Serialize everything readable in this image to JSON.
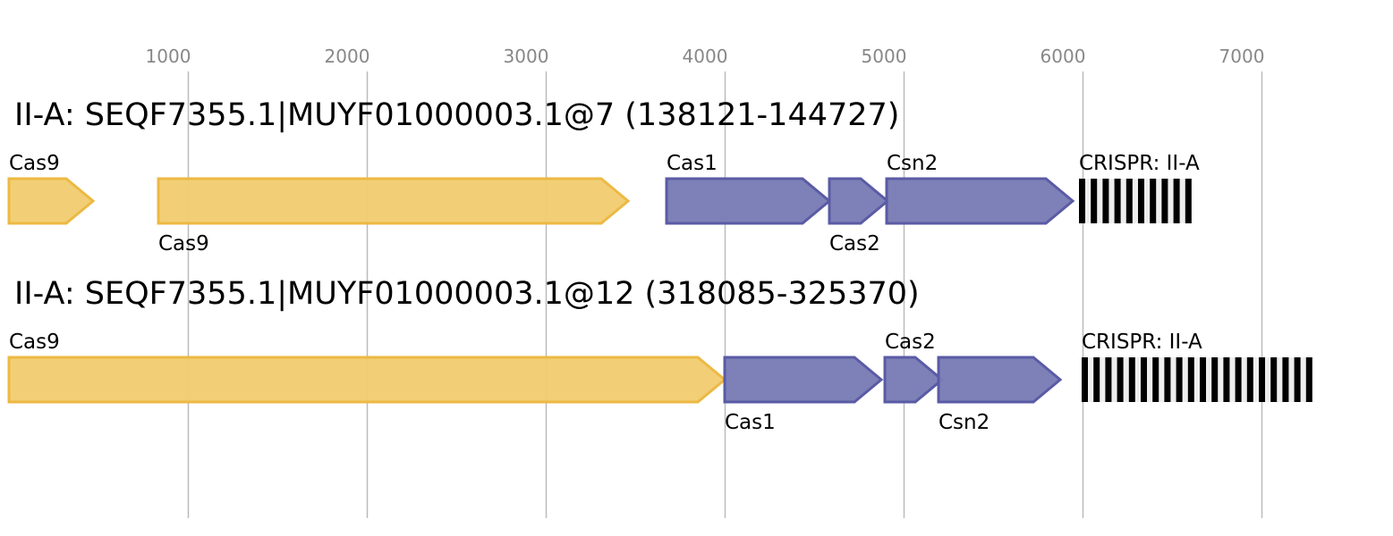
{
  "axis": {
    "ticks": [
      1000,
      2000,
      3000,
      4000,
      5000,
      6000,
      7000
    ],
    "range_bp": [
      0,
      7700
    ],
    "gridline_color": "#bbbbbb"
  },
  "colors": {
    "cas9_fill": "#f2cc72",
    "cas9_stroke": "#ecb943",
    "adapt_fill": "#7a7cb6",
    "adapt_stroke": "#5a5ba5",
    "crispr_bar": "#000000",
    "crispr_gap": "#eeeeee"
  },
  "loci": [
    {
      "title": "II-A: SEQF7355.1|MUYF01000003.1@7 (138121-144727)",
      "genes": [
        {
          "name": "Cas9",
          "start": 0,
          "end": 470,
          "type": "cas9",
          "label_pos": "above"
        },
        {
          "name": "Cas9",
          "start": 835,
          "end": 3460,
          "type": "cas9",
          "label_pos": "below"
        },
        {
          "name": "Cas1",
          "start": 3675,
          "end": 4585,
          "type": "adapt",
          "label_pos": "above"
        },
        {
          "name": "Cas2",
          "start": 4585,
          "end": 4910,
          "type": "adapt",
          "label_pos": "below"
        },
        {
          "name": "Csn2",
          "start": 4905,
          "end": 5945,
          "type": "adapt",
          "label_pos": "above"
        }
      ],
      "crispr": {
        "label": "CRISPR: II-A",
        "start": 5980,
        "repeats": 10
      }
    },
    {
      "title": "II-A: SEQF7355.1|MUYF01000003.1@12 (318085-325370)",
      "genes": [
        {
          "name": "Cas9",
          "start": 0,
          "end": 4000,
          "type": "cas9",
          "label_pos": "above"
        },
        {
          "name": "Cas1",
          "start": 4000,
          "end": 4875,
          "type": "adapt",
          "label_pos": "below"
        },
        {
          "name": "Cas2",
          "start": 4895,
          "end": 5215,
          "type": "adapt",
          "label_pos": "above"
        },
        {
          "name": "Csn2",
          "start": 5195,
          "end": 5875,
          "type": "adapt",
          "label_pos": "below"
        }
      ],
      "crispr": {
        "label": "CRISPR: II-A",
        "start": 5995,
        "repeats": 20
      }
    }
  ]
}
